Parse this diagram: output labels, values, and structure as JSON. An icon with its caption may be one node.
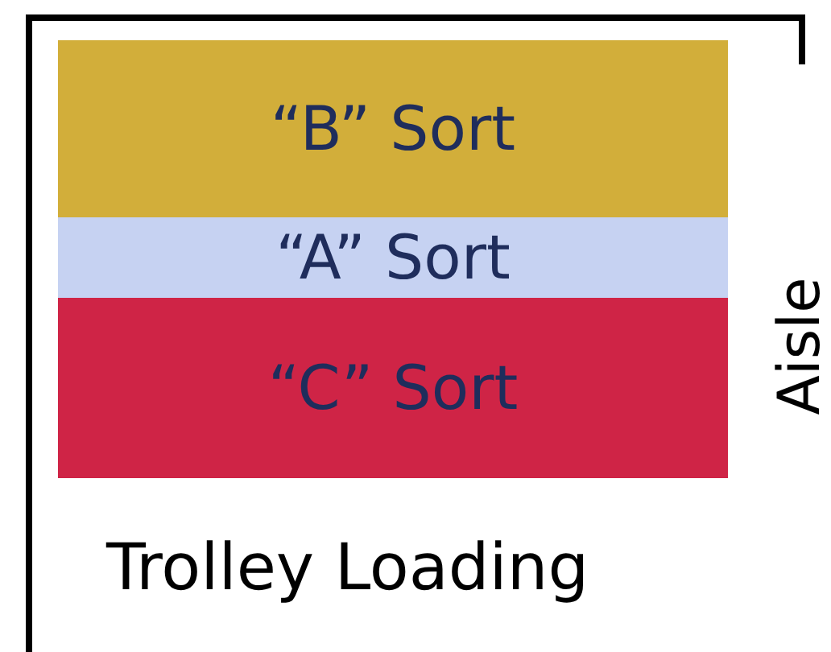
{
  "diagram": {
    "nodes": [
      {
        "text": [
          "“B” Sort"
        ]
      },
      {
        "text": [
          "“A” Sort"
        ]
      },
      {
        "text": [
          "“C” Sort"
        ]
      }
    ],
    "labels": [
      "Aisle",
      "Trolley Loading"
    ]
  }
}
